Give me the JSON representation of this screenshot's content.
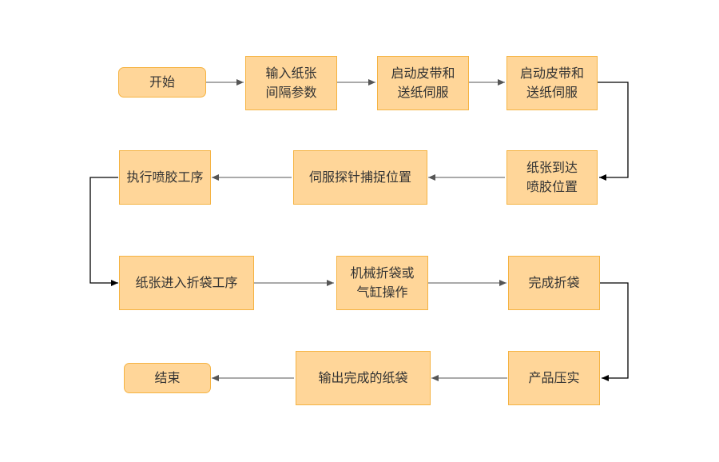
{
  "colors": {
    "fill": "#ffd699",
    "stroke": "#f5b342",
    "text": "#333333",
    "arrow_gray": "#555555",
    "arrow_black": "#000000"
  },
  "nodes": {
    "start": "开始",
    "input_params": "输入纸张\n间隔参数",
    "start_belt_1": "启动皮带和\n送纸伺服",
    "start_belt_2": "启动皮带和\n送纸伺服",
    "paper_to_glue": "纸张到达\n喷胶位置",
    "servo_probe": "伺服探针捕捉位置",
    "glue_process": "执行喷胶工序",
    "fold_process": "纸张进入折袋工序",
    "mech_fold": "机械折袋或\n气缸操作",
    "fold_done": "完成折袋",
    "press": "产品压实",
    "output_bag": "输出完成的纸袋",
    "end": "结束"
  }
}
